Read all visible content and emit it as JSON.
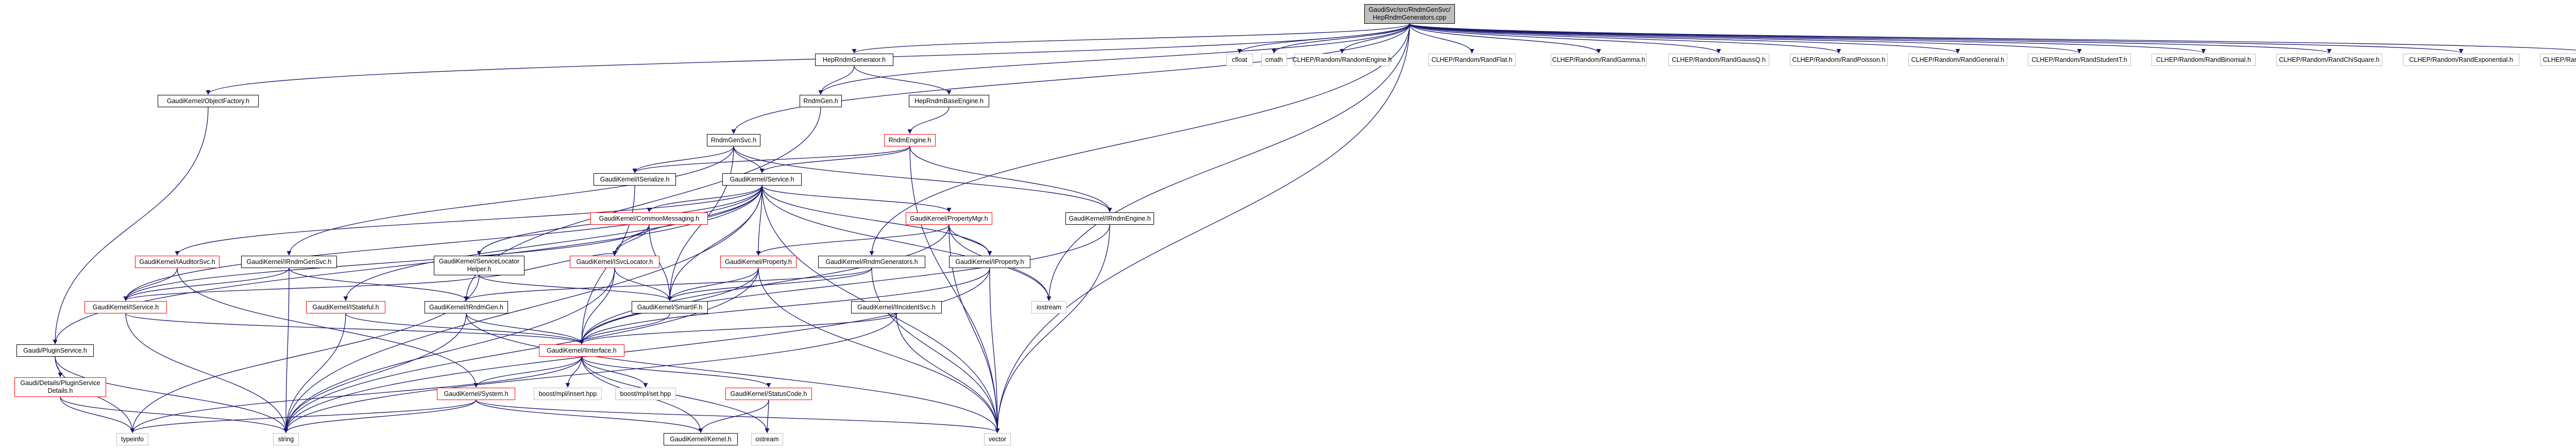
{
  "nodes": [
    {
      "id": "root",
      "label": "GaudiSvc/src/RndmGenSvc/\nHepRndmGenerators.cpp",
      "style": "root"
    },
    {
      "id": "hepgen",
      "label": "HepRndmGenerator.h",
      "style": "normal"
    },
    {
      "id": "cfloat",
      "label": "cfloat",
      "style": "grey"
    },
    {
      "id": "cmath",
      "label": "cmath",
      "style": "grey"
    },
    {
      "id": "randomengine",
      "label": "CLHEP/Random/RandomEngine.h",
      "style": "grey"
    },
    {
      "id": "randflat",
      "label": "CLHEP/Random/RandFlat.h",
      "style": "grey"
    },
    {
      "id": "randgamma",
      "label": "CLHEP/Random/RandGamma.h",
      "style": "grey"
    },
    {
      "id": "randgaussq",
      "label": "CLHEP/Random/RandGaussQ.h",
      "style": "grey"
    },
    {
      "id": "randpoisson",
      "label": "CLHEP/Random/RandPoisson.h",
      "style": "grey"
    },
    {
      "id": "randgeneral",
      "label": "CLHEP/Random/RandGeneral.h",
      "style": "grey"
    },
    {
      "id": "randstudentt",
      "label": "CLHEP/Random/RandStudentT.h",
      "style": "grey"
    },
    {
      "id": "randbinomial",
      "label": "CLHEP/Random/RandBinomial.h",
      "style": "grey"
    },
    {
      "id": "randchisquare",
      "label": "CLHEP/Random/RandChiSquare.h",
      "style": "grey"
    },
    {
      "id": "randexponential",
      "label": "CLHEP/Random/RandExponential.h",
      "style": "grey"
    },
    {
      "id": "randbreitwigner",
      "label": "CLHEP/Random/RandBreitWigner.h",
      "style": "grey"
    },
    {
      "id": "objfactory",
      "label": "GaudiKernel/ObjectFactory.h",
      "style": "normal"
    },
    {
      "id": "rndmgen",
      "label": "RndmGen.h",
      "style": "normal"
    },
    {
      "id": "hepbaseengine",
      "label": "HepRndmBaseEngine.h",
      "style": "normal"
    },
    {
      "id": "rndmgensvc",
      "label": "RndmGenSvc.h",
      "style": "normal"
    },
    {
      "id": "rndmengine",
      "label": "RndmEngine.h",
      "style": "red"
    },
    {
      "id": "iserialize",
      "label": "GaudiKernel/ISerialize.h",
      "style": "normal"
    },
    {
      "id": "service",
      "label": "GaudiKernel/Service.h",
      "style": "normal"
    },
    {
      "id": "commonmsg",
      "label": "GaudiKernel/CommonMessaging.h",
      "style": "red"
    },
    {
      "id": "propertymgr",
      "label": "GaudiKernel/PropertyMgr.h",
      "style": "red"
    },
    {
      "id": "irndmengine",
      "label": "GaudiKernel/IRndmEngine.h",
      "style": "normal"
    },
    {
      "id": "iauditorsvc",
      "label": "GaudiKernel/IAuditorSvc.h",
      "style": "red"
    },
    {
      "id": "irndmgensvc",
      "label": "GaudiKernel/IRndmGenSvc.h",
      "style": "normal"
    },
    {
      "id": "svclocator",
      "label": "GaudiKernel/ServiceLocator\nHelper.h",
      "style": "normal"
    },
    {
      "id": "isvclocator",
      "label": "GaudiKernel/ISvcLocator.h",
      "style": "red"
    },
    {
      "id": "property",
      "label": "GaudiKernel/Property.h",
      "style": "red"
    },
    {
      "id": "irndmgenerators",
      "label": "GaudiKernel/RndmGenerators.h",
      "style": "normal"
    },
    {
      "id": "iproperty",
      "label": "GaudiKernel/IProperty.h",
      "style": "normal"
    },
    {
      "id": "iservice",
      "label": "GaudiKernel/IService.h",
      "style": "red"
    },
    {
      "id": "istateful",
      "label": "GaudiKernel/IStateful.h",
      "style": "red"
    },
    {
      "id": "irndmgen",
      "label": "GaudiKernel/IRndmGen.h",
      "style": "normal"
    },
    {
      "id": "smartif",
      "label": "GaudiKernel/SmartIF.h",
      "style": "normal"
    },
    {
      "id": "iincidentsvc",
      "label": "GaudiKernel/IIncidentSvc.h",
      "style": "normal"
    },
    {
      "id": "iostream",
      "label": "iostream",
      "style": "grey"
    },
    {
      "id": "pluginsvc",
      "label": "Gaudi/PluginService.h",
      "style": "normal"
    },
    {
      "id": "iinterface",
      "label": "GaudiKernel/IInterface.h",
      "style": "red"
    },
    {
      "id": "details",
      "label": "Gaudi/Details/PluginService\nDetails.h",
      "style": "red"
    },
    {
      "id": "system",
      "label": "GaudiKernel/System.h",
      "style": "red"
    },
    {
      "id": "boostmpl1",
      "label": "boost/mpl/insert.hpp",
      "style": "grey"
    },
    {
      "id": "boostmpl2",
      "label": "boost/mpl/set.hpp",
      "style": "grey"
    },
    {
      "id": "statuscode",
      "label": "GaudiKernel/StatusCode.h",
      "style": "red"
    },
    {
      "id": "typeinfo",
      "label": "typeinfo",
      "style": "grey"
    },
    {
      "id": "string",
      "label": "string",
      "style": "grey"
    },
    {
      "id": "kernel",
      "label": "GaudiKernel/Kernel.h",
      "style": "normal"
    },
    {
      "id": "ostream",
      "label": "ostream",
      "style": "grey"
    },
    {
      "id": "vector",
      "label": "vector",
      "style": "grey"
    }
  ],
  "edges": [
    [
      "root",
      "hepgen"
    ],
    [
      "root",
      "cfloat"
    ],
    [
      "root",
      "cmath"
    ],
    [
      "root",
      "randomengine"
    ],
    [
      "root",
      "randflat"
    ],
    [
      "root",
      "randgamma"
    ],
    [
      "root",
      "randgaussq"
    ],
    [
      "root",
      "randpoisson"
    ],
    [
      "root",
      "randgeneral"
    ],
    [
      "root",
      "randstudentt"
    ],
    [
      "root",
      "randbinomial"
    ],
    [
      "root",
      "randchisquare"
    ],
    [
      "root",
      "randexponential"
    ],
    [
      "root",
      "randbreitwigner"
    ],
    [
      "root",
      "objfactory"
    ],
    [
      "root",
      "rndmgen"
    ],
    [
      "root",
      "rndmgensvc"
    ],
    [
      "root",
      "irndmgenerators"
    ],
    [
      "root",
      "vector"
    ],
    [
      "root",
      "iostream"
    ],
    [
      "hepgen",
      "rndmgen"
    ],
    [
      "hepgen",
      "hepbaseengine"
    ],
    [
      "hepbaseengine",
      "rndmengine"
    ],
    [
      "objfactory",
      "pluginsvc"
    ],
    [
      "rndmgen",
      "irndmgen"
    ],
    [
      "rndmgensvc",
      "iserialize"
    ],
    [
      "rndmgensvc",
      "service"
    ],
    [
      "rndmgensvc",
      "irndmgensvc"
    ],
    [
      "rndmgensvc",
      "irndmengine"
    ],
    [
      "rndmgensvc",
      "smartif"
    ],
    [
      "rndmengine",
      "iserialize"
    ],
    [
      "rndmengine",
      "service"
    ],
    [
      "rndmengine",
      "irndmengine"
    ],
    [
      "rndmengine",
      "vector"
    ],
    [
      "iserialize",
      "iinterface"
    ],
    [
      "service",
      "commonmsg"
    ],
    [
      "service",
      "propertymgr"
    ],
    [
      "service",
      "iauditorsvc"
    ],
    [
      "service",
      "svclocator"
    ],
    [
      "service",
      "isvclocator"
    ],
    [
      "service",
      "property"
    ],
    [
      "service",
      "iproperty"
    ],
    [
      "service",
      "iservice"
    ],
    [
      "service",
      "istateful"
    ],
    [
      "service",
      "smartif"
    ],
    [
      "service",
      "pluginsvc"
    ],
    [
      "service",
      "vector"
    ],
    [
      "service",
      "iostream"
    ],
    [
      "service",
      "string"
    ],
    [
      "commonmsg",
      "iservice"
    ],
    [
      "commonmsg",
      "isvclocator"
    ],
    [
      "commonmsg",
      "smartif"
    ],
    [
      "propertymgr",
      "property"
    ],
    [
      "propertymgr",
      "iproperty"
    ],
    [
      "propertymgr",
      "iinterface"
    ],
    [
      "propertymgr",
      "iostream"
    ],
    [
      "propertymgr",
      "vector"
    ],
    [
      "irndmengine",
      "iinterface"
    ],
    [
      "irndmengine",
      "vector"
    ],
    [
      "iauditorsvc",
      "iservice"
    ],
    [
      "iauditorsvc",
      "system"
    ],
    [
      "irndmgensvc",
      "iservice"
    ],
    [
      "irndmgensvc",
      "irndmgen"
    ],
    [
      "irndmgensvc",
      "string"
    ],
    [
      "svclocator",
      "iservice"
    ],
    [
      "svclocator",
      "isvclocator"
    ],
    [
      "svclocator",
      "smartif"
    ],
    [
      "svclocator",
      "typeinfo"
    ],
    [
      "isvclocator",
      "iinterface"
    ],
    [
      "isvclocator",
      "smartif"
    ],
    [
      "isvclocator",
      "string"
    ],
    [
      "property",
      "smartif"
    ],
    [
      "property",
      "iinterface"
    ],
    [
      "property",
      "string"
    ],
    [
      "property",
      "vector"
    ],
    [
      "irndmgenerators",
      "irndmgen"
    ],
    [
      "irndmgenerators",
      "smartif"
    ],
    [
      "irndmgenerators",
      "vector"
    ],
    [
      "iproperty",
      "iinterface"
    ],
    [
      "iproperty",
      "vector"
    ],
    [
      "iproperty",
      "string"
    ],
    [
      "iservice",
      "iinterface"
    ],
    [
      "iservice",
      "string"
    ],
    [
      "istateful",
      "iinterface"
    ],
    [
      "istateful",
      "string"
    ],
    [
      "irndmgen",
      "iinterface"
    ],
    [
      "irndmgen",
      "vector"
    ],
    [
      "irndmgen",
      "string"
    ],
    [
      "smartif",
      "iinterface"
    ],
    [
      "iincidentsvc",
      "iinterface"
    ],
    [
      "iincidentsvc",
      "vector"
    ],
    [
      "iincidentsvc",
      "string"
    ],
    [
      "pluginsvc",
      "details"
    ],
    [
      "pluginsvc",
      "typeinfo"
    ],
    [
      "pluginsvc",
      "string"
    ],
    [
      "details",
      "typeinfo"
    ],
    [
      "details",
      "string"
    ],
    [
      "iinterface",
      "system"
    ],
    [
      "iinterface",
      "boostmpl1"
    ],
    [
      "iinterface",
      "boostmpl2"
    ],
    [
      "iinterface",
      "statuscode"
    ],
    [
      "iinterface",
      "kernel"
    ],
    [
      "iinterface",
      "typeinfo"
    ],
    [
      "iinterface",
      "ostream"
    ],
    [
      "system",
      "kernel"
    ],
    [
      "system",
      "typeinfo"
    ],
    [
      "system",
      "string"
    ],
    [
      "system",
      "vector"
    ],
    [
      "statuscode",
      "kernel"
    ],
    [
      "statuscode",
      "ostream"
    ]
  ]
}
